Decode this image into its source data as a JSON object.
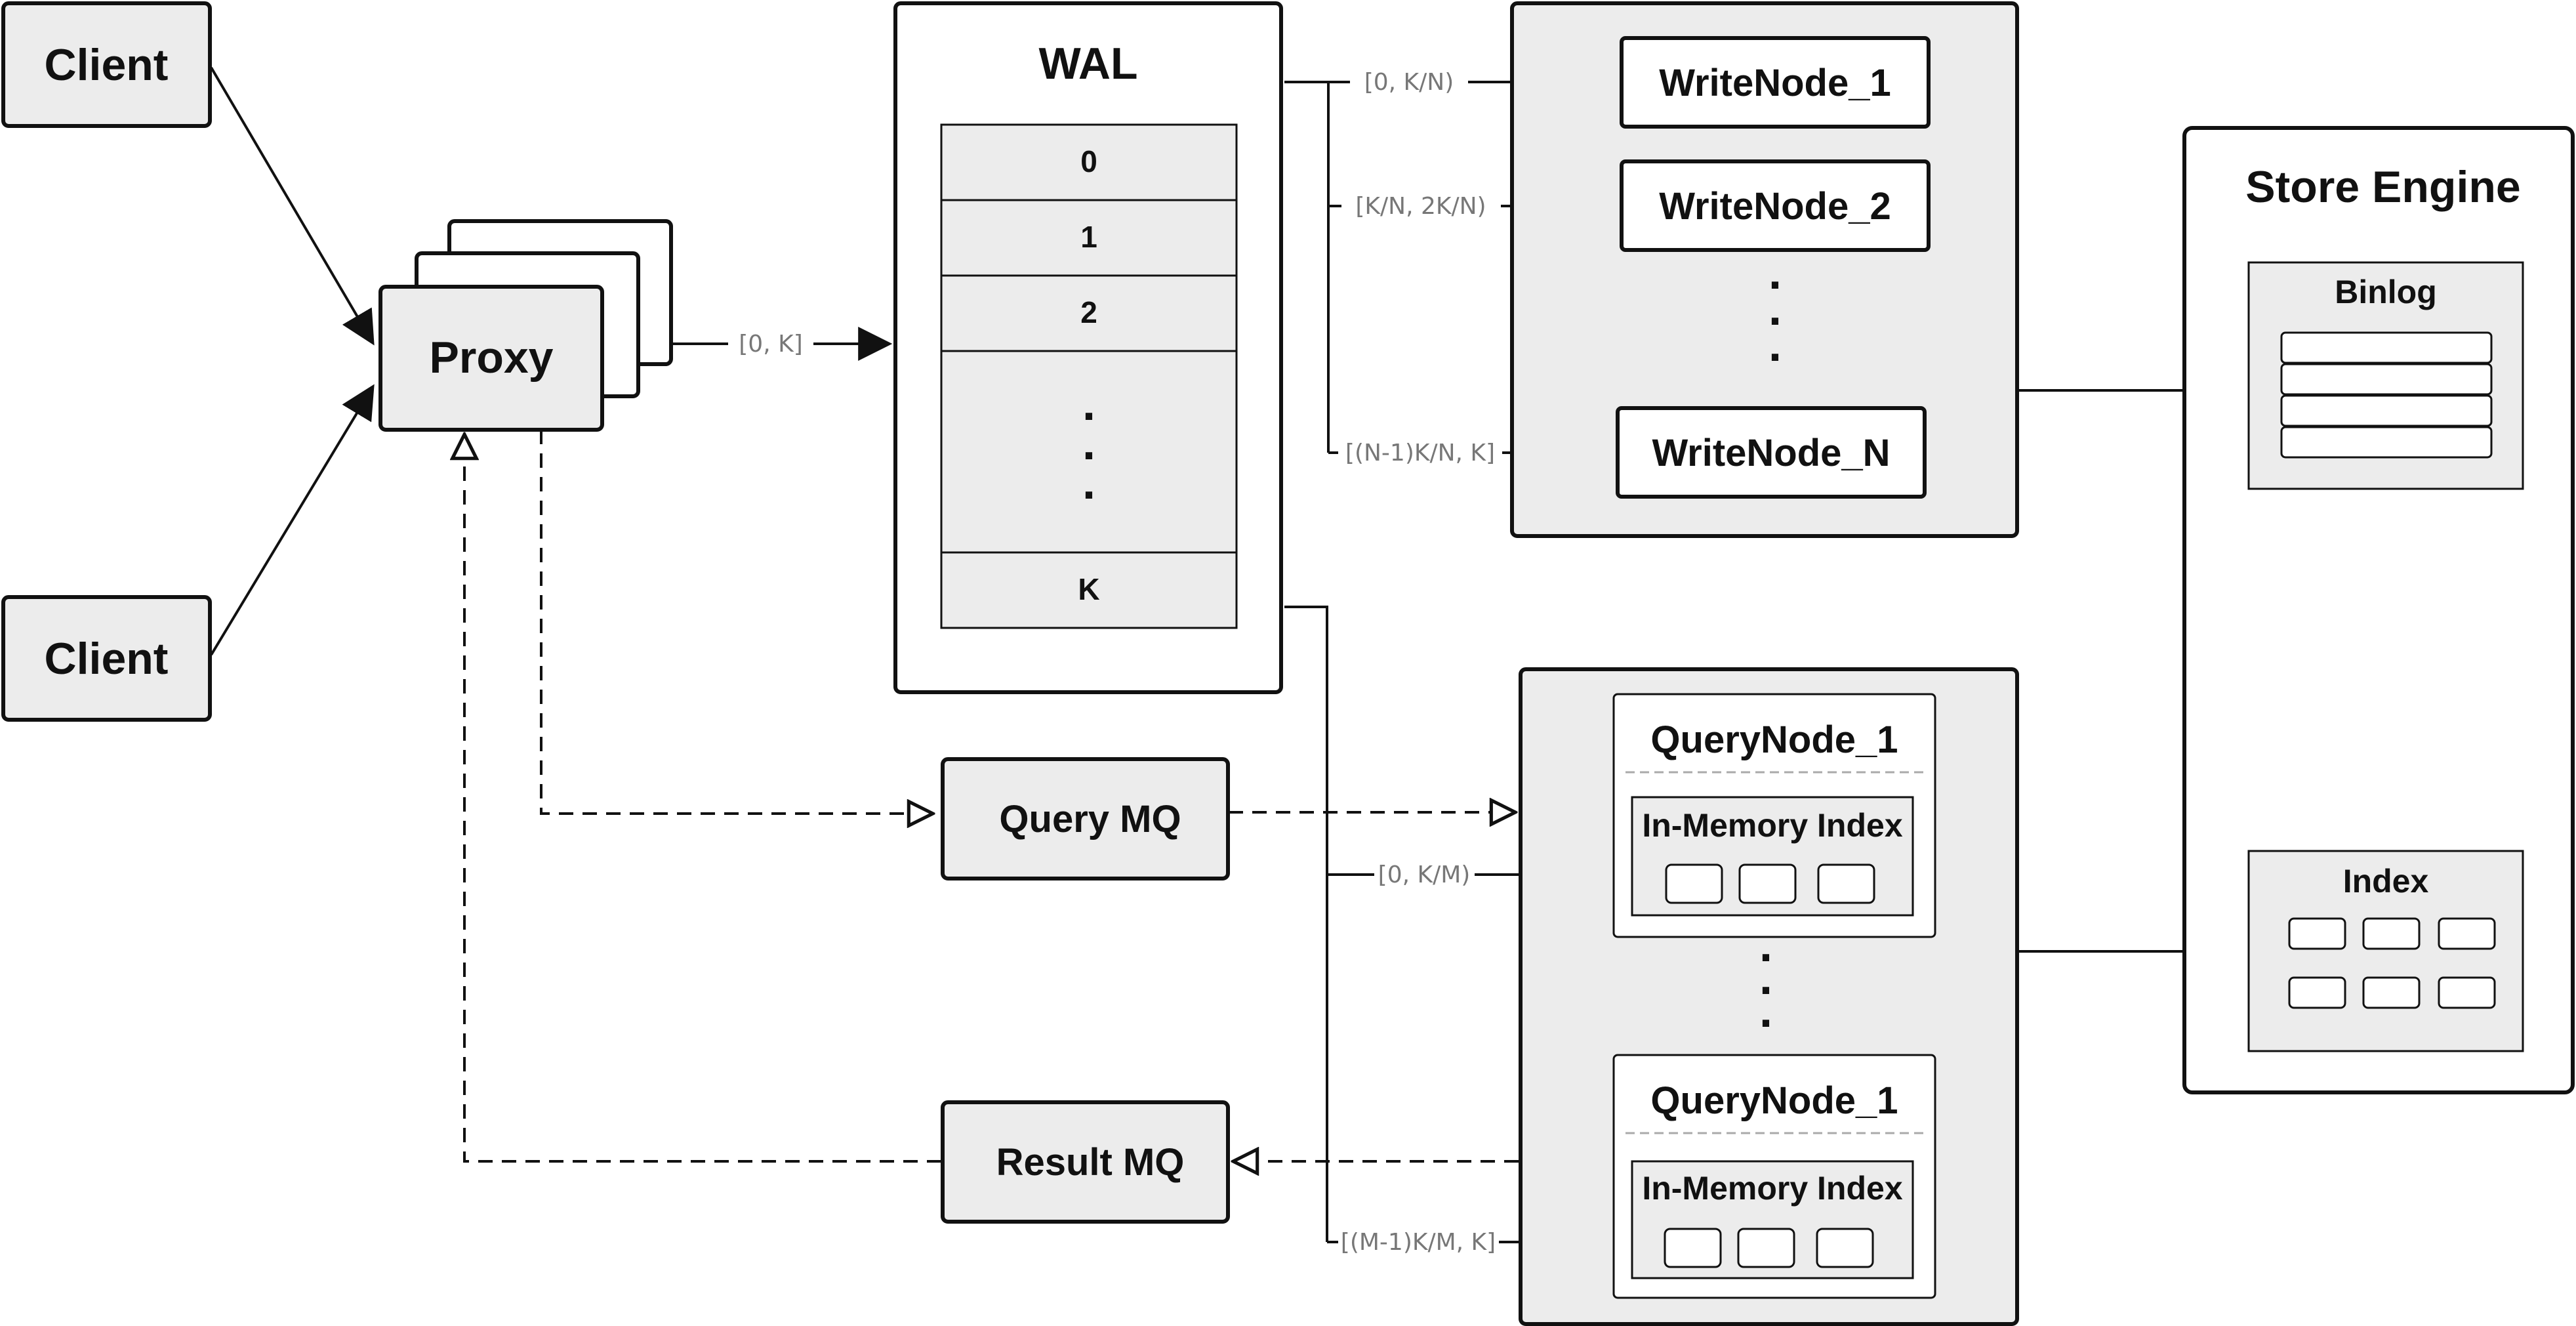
{
  "clients": [
    "Client",
    "Client"
  ],
  "proxy": "Proxy",
  "wal": {
    "title": "WAL",
    "cells": [
      "0",
      "1",
      "2",
      "K"
    ]
  },
  "write_nodes": [
    "WriteNode_1",
    "WriteNode_2",
    "WriteNode_N"
  ],
  "store_engine": {
    "title": "Store Engine",
    "binlog": "Binlog",
    "index": "Index"
  },
  "queues": {
    "query": "Query MQ",
    "result": "Result MQ"
  },
  "query_nodes": [
    {
      "title": "QueryNode_1",
      "index_label": "In-Memory Index"
    },
    {
      "title": "QueryNode_1",
      "index_label": "In-Memory Index"
    }
  ],
  "ranges": {
    "proxy_to_wal": "[0, K]",
    "write_1": "[0,  K/N)",
    "write_2": "[K/N, 2K/N)",
    "write_n": "[(N-1)K/N,  K]",
    "query_1": "[0, K/M)",
    "query_m": "[(M-1)K/M, K]"
  }
}
